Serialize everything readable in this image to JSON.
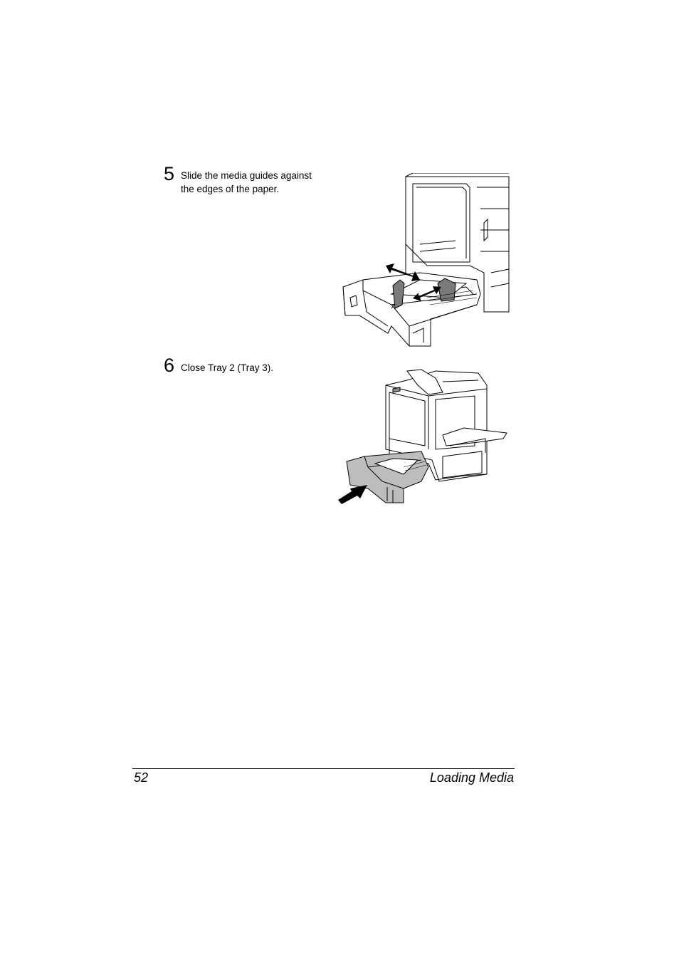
{
  "steps": [
    {
      "number": "5",
      "text_line1": "Slide the media guides against",
      "text_line2": "the edges of the paper."
    },
    {
      "number": "6",
      "text_line1": "Close Tray 2 (Tray 3)."
    }
  ],
  "footer": {
    "page_number": "52",
    "section_title": "Loading Media"
  },
  "illustrations": [
    "printer-tray-media-guides-illustration",
    "printer-tray-close-illustration"
  ]
}
